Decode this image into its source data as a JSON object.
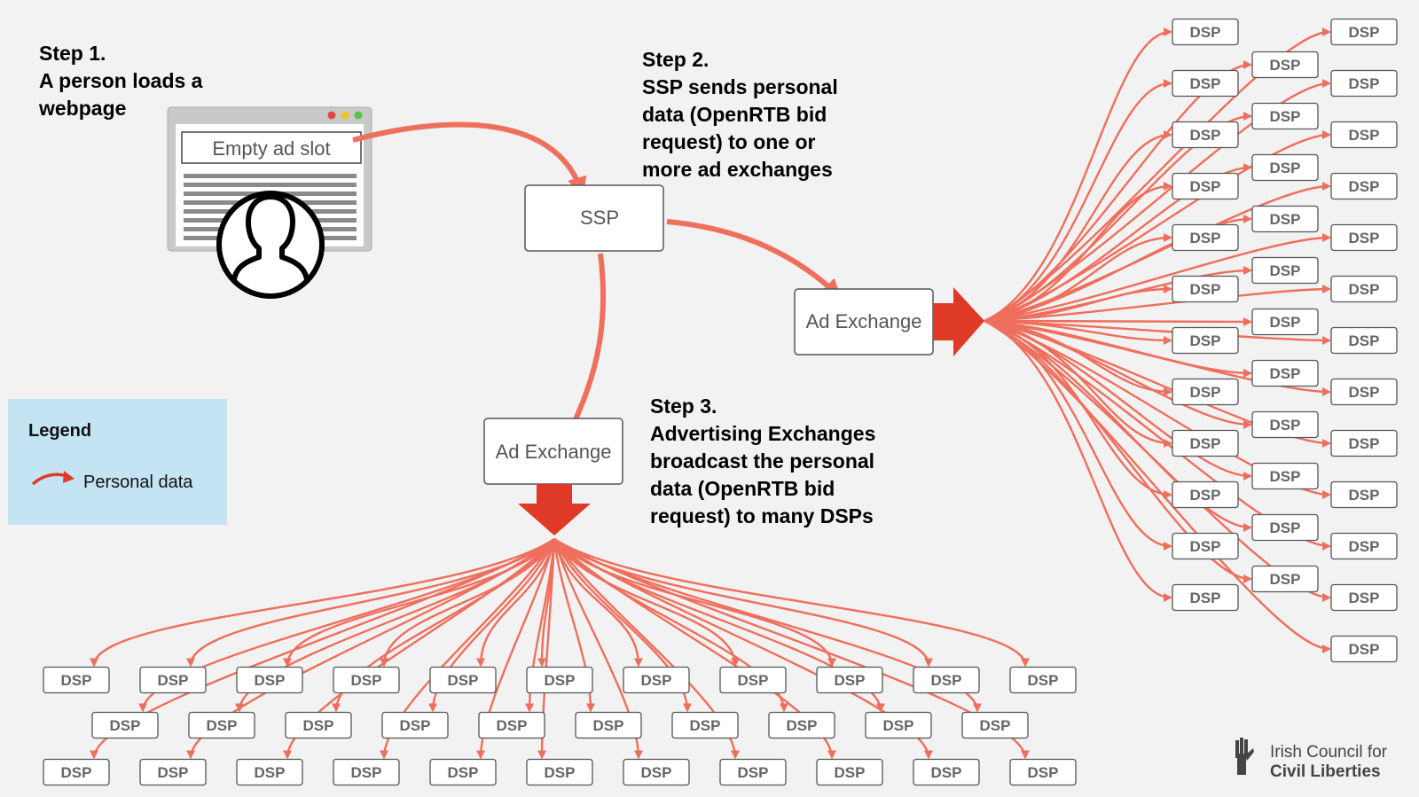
{
  "colors": {
    "background": "#f2f2f2",
    "arrow": "#ef6f5d",
    "big_arrow": "#df3a27",
    "legend_bg": "#c4e4f4",
    "box_border": "#555555",
    "dsp_text": "#666666"
  },
  "step1": {
    "lines": [
      "Step 1.",
      "A person loads a",
      "webpage"
    ]
  },
  "step2": {
    "lines": [
      "Step 2.",
      "SSP sends personal",
      "data (OpenRTB bid",
      "request) to one or",
      "more ad exchanges"
    ]
  },
  "step3": {
    "lines": [
      "Step 3.",
      "Advertising Exchanges",
      "broadcast the personal",
      "data (OpenRTB bid",
      "request) to many DSPs"
    ]
  },
  "browser": {
    "ad_slot_label": "Empty ad slot",
    "icons": [
      "window-dot-red",
      "window-dot-yellow",
      "window-dot-green",
      "person-icon"
    ]
  },
  "ssp_label": "SSP",
  "ad_exchange_label": "Ad Exchange",
  "dsp_label": "DSP",
  "legend": {
    "title": "Legend",
    "item_label": "Personal data",
    "icon": "red-arrow-icon"
  },
  "logo": {
    "line1": "Irish Council for",
    "line2": "Civil Liberties",
    "icon": "hand-logo-icon"
  }
}
